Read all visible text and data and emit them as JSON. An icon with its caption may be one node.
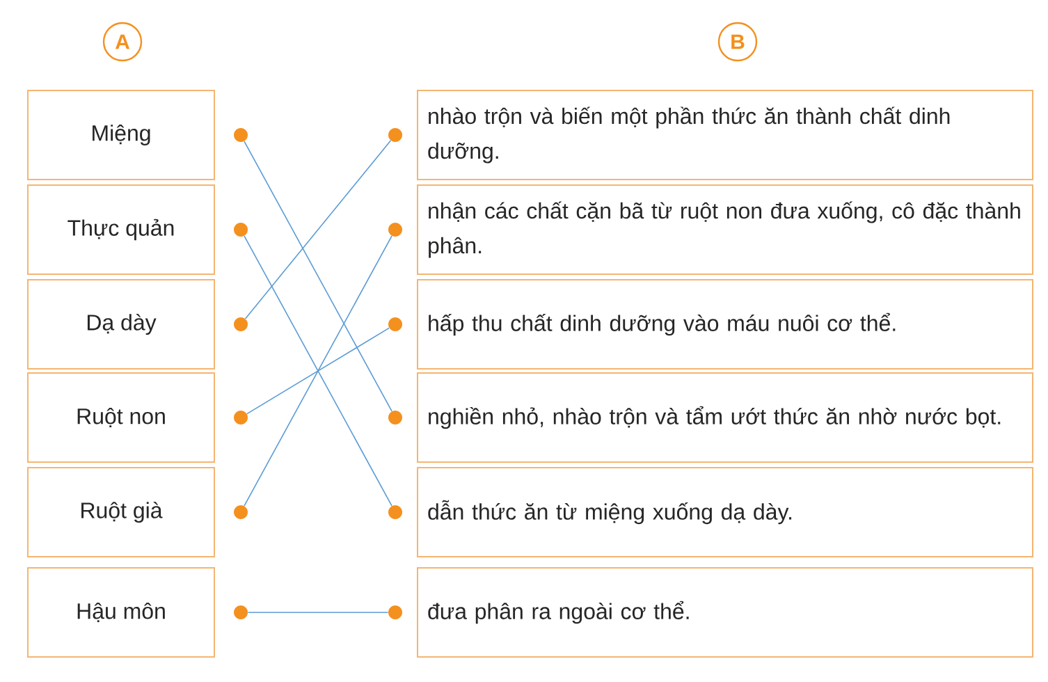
{
  "diagram": {
    "nodes": [
      {
        "text": [
          "A"
        ]
      },
      {
        "text": [
          "B"
        ]
      },
      {
        "text": [
          "Miệng"
        ]
      },
      {
        "text": [
          "Thực quản"
        ]
      },
      {
        "text": [
          "Dạ dày"
        ]
      },
      {
        "text": [
          "Ruột non"
        ]
      },
      {
        "text": [
          "Ruột già"
        ]
      },
      {
        "text": [
          "Hậu môn"
        ]
      },
      {
        "text": [],
        "shape": "circle"
      },
      {
        "text": [],
        "shape": "circle"
      },
      {
        "text": [],
        "shape": "circle"
      },
      {
        "text": [],
        "shape": "circle"
      },
      {
        "text": [],
        "shape": "circle"
      },
      {
        "text": [],
        "shape": "circle"
      },
      {
        "text": [],
        "shape": "circle"
      },
      {
        "text": [],
        "shape": "circle"
      },
      {
        "text": [],
        "shape": "circle"
      },
      {
        "text": [],
        "shape": "circle"
      },
      {
        "text": [],
        "shape": "circle"
      },
      {
        "text": [],
        "shape": "circle"
      },
      {
        "text": [
          "nhào trộn và biến một phần thức ăn thành chất dinh dưỡng."
        ]
      },
      {
        "text": [
          "nhận các chất cặn bã từ ruột non đưa xuống, cô đặc thành phân."
        ]
      },
      {
        "text": [
          "hấp thu chất dinh dưỡng vào máu nuôi cơ thể."
        ]
      },
      {
        "text": [
          "nghiền nhỏ, nhào trộn và tẩm ướt thức ăn nhờ nước bọt."
        ]
      },
      {
        "text": [
          "dẫn thức ăn từ miệng xuống dạ dày."
        ]
      },
      {
        "text": [
          "đưa phân ra ngoài cơ thể."
        ]
      }
    ],
    "edges": [
      {
        "from": 8,
        "to": 17,
        "arrow": "none"
      },
      {
        "from": 9,
        "to": 18,
        "arrow": "none"
      },
      {
        "from": 10,
        "to": 14,
        "arrow": "none"
      },
      {
        "from": 11,
        "to": 16,
        "arrow": "none"
      },
      {
        "from": 12,
        "to": 15,
        "arrow": "none"
      },
      {
        "from": 13,
        "to": 19,
        "arrow": "none"
      }
    ]
  }
}
